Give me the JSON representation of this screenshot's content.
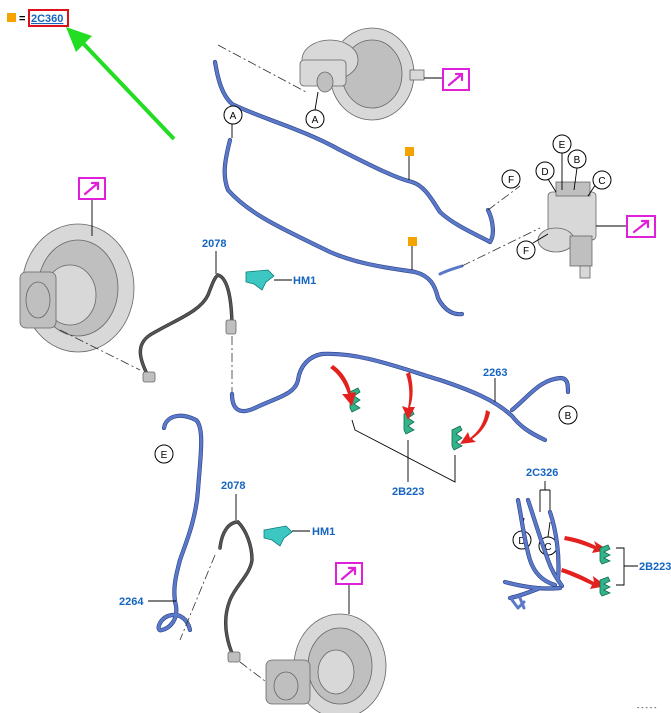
{
  "legend": {
    "symbol_color": "#f5a300",
    "equals": "=",
    "code": "2C360"
  },
  "part_labels": {
    "sensor_upper": "2078",
    "sensor_lower": "2078",
    "clip_upper": "HM1",
    "clip_lower": "HM1",
    "pipe_front": "2263",
    "pipe_rear": "2264",
    "clip_group": "2B223",
    "bracket_group": "2C326",
    "clip_group_right": "2B223"
  },
  "callouts": {
    "a_booster": "A",
    "a_pipe": "A",
    "b_module": "B",
    "b_pipe": "B",
    "c_module": "C",
    "c_detail": "C",
    "d_module": "D",
    "d_detail": "D",
    "e_module": "E",
    "e_pipe": "E",
    "f_upper": "F",
    "f_lower": "F"
  },
  "icons": {
    "view": "view-arrow-icon",
    "marker": "orange-square-icon"
  },
  "colors": {
    "pipe": "#5b79c9",
    "label": "#1565c0",
    "view_frame": "#e020d8",
    "pointer": "#22dd22",
    "highlight": "#e0101b",
    "clip": "#3cc7c2",
    "red_arrow": "#e3211f"
  },
  "footer": {
    "id": "- - - - -"
  }
}
